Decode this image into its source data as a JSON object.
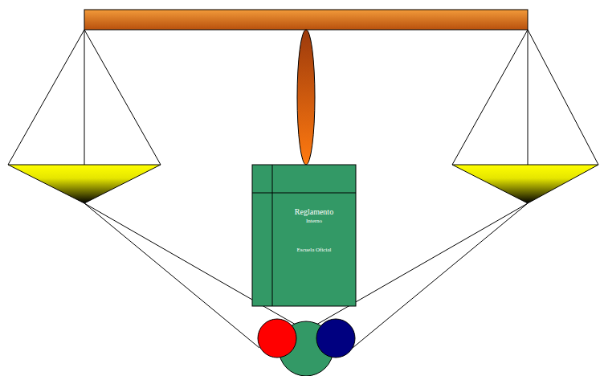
{
  "diagram": {
    "nodes": [
      {
        "text": [
          "Reglamento",
          "Interno",
          "Escuela Oficial"
        ]
      }
    ]
  }
}
